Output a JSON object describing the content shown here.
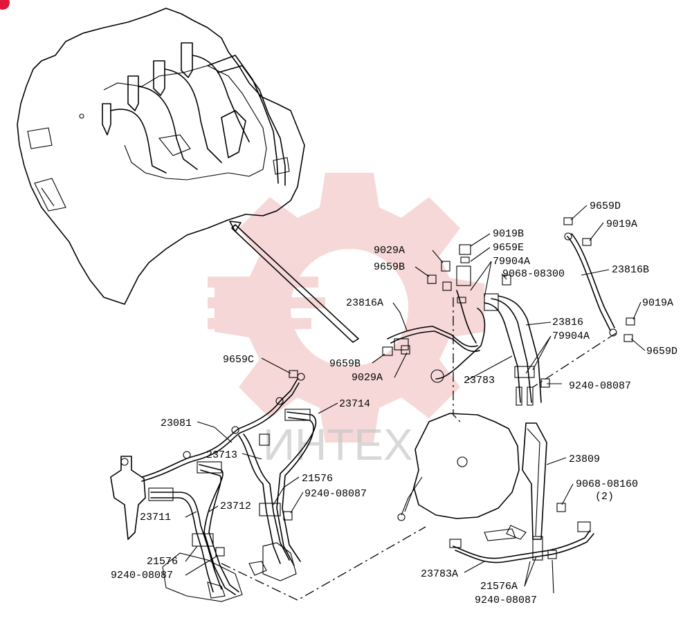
{
  "colors": {
    "watermark_gear": "#f0b8b8",
    "watermark_text": "#c8c8c8",
    "badge": "#e0183c"
  },
  "watermark": {
    "text": "ИНТЕХ"
  },
  "labels": {
    "p9019B": "9019B",
    "p9659E": "9659E",
    "p9029A_top": "9029A",
    "p79904A_top": "79904A",
    "p9659B_top": "9659B",
    "p9068_08300": "9068-08300",
    "p23816A": "23816A",
    "p23816": "23816",
    "p79904A_mid": "79904A",
    "p9659B_mid": "9659B",
    "p9029A_mid": "9029A",
    "p23783": "23783",
    "p9240_08087_r": "9240-08087",
    "p9659D_top": "9659D",
    "p9019A_top": "9019A",
    "p23816B": "23816B",
    "p9019A_bot": "9019A",
    "p9659D_bot": "9659D",
    "p9659C": "9659C",
    "p23714": "23714",
    "p23081": "23081",
    "p23713": "23713",
    "p21576_c": "21576",
    "p9240_08087_c": "9240-08087",
    "p23712": "23712",
    "p23711": "23711",
    "p21576_l": "21576",
    "p9240_08087_l": "9240-08087",
    "p23809": "23809",
    "p9068_08160": "9068-08160",
    "p9068_qty": "(2)",
    "p23783A": "23783A",
    "p21576A": "21576A",
    "p9240_08087_b": "9240-08087"
  }
}
